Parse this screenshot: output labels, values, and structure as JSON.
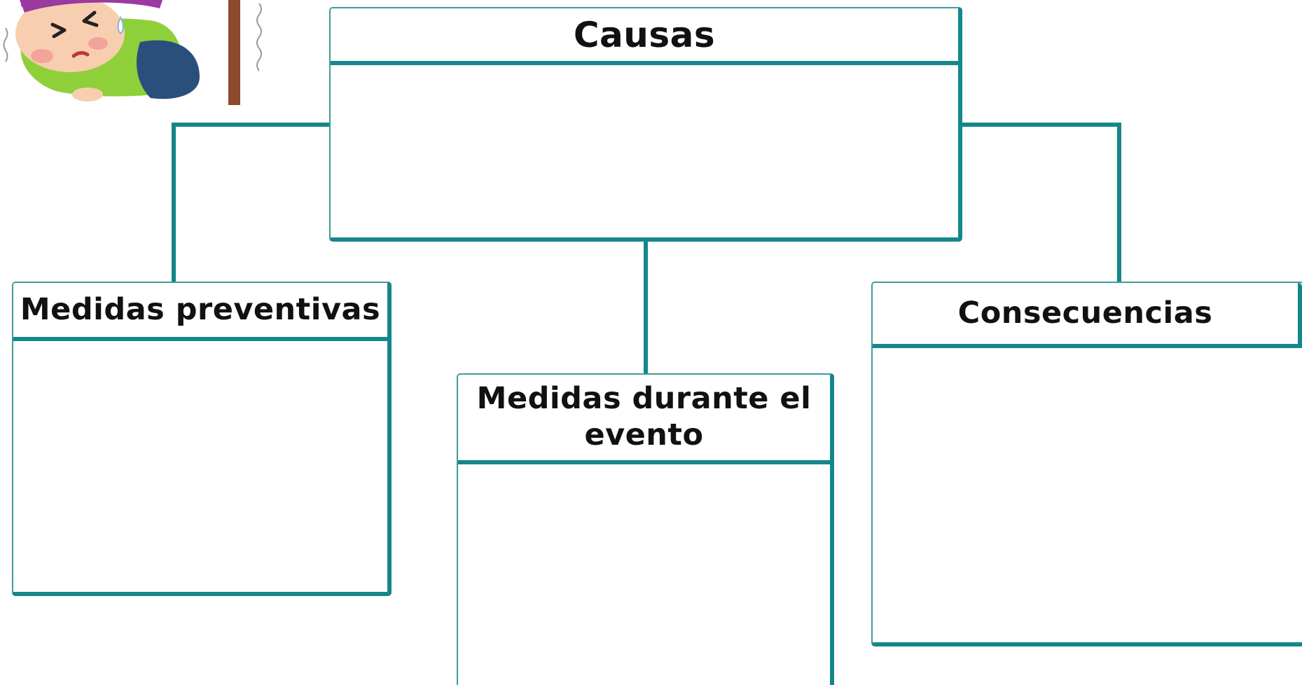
{
  "diagram": {
    "center_box": {
      "title": "Causas",
      "content": ""
    },
    "left_box": {
      "title": "Medidas preventivas",
      "content": ""
    },
    "middle_box": {
      "title": "Medidas durante el evento",
      "content": ""
    },
    "right_box": {
      "title": "Consecuencias",
      "content": ""
    }
  },
  "colors": {
    "border_teal": "#15878a",
    "background": "#ffffff",
    "title_text": "#111111"
  },
  "illustration": {
    "icon": "earthquake-scared-child-icon"
  }
}
